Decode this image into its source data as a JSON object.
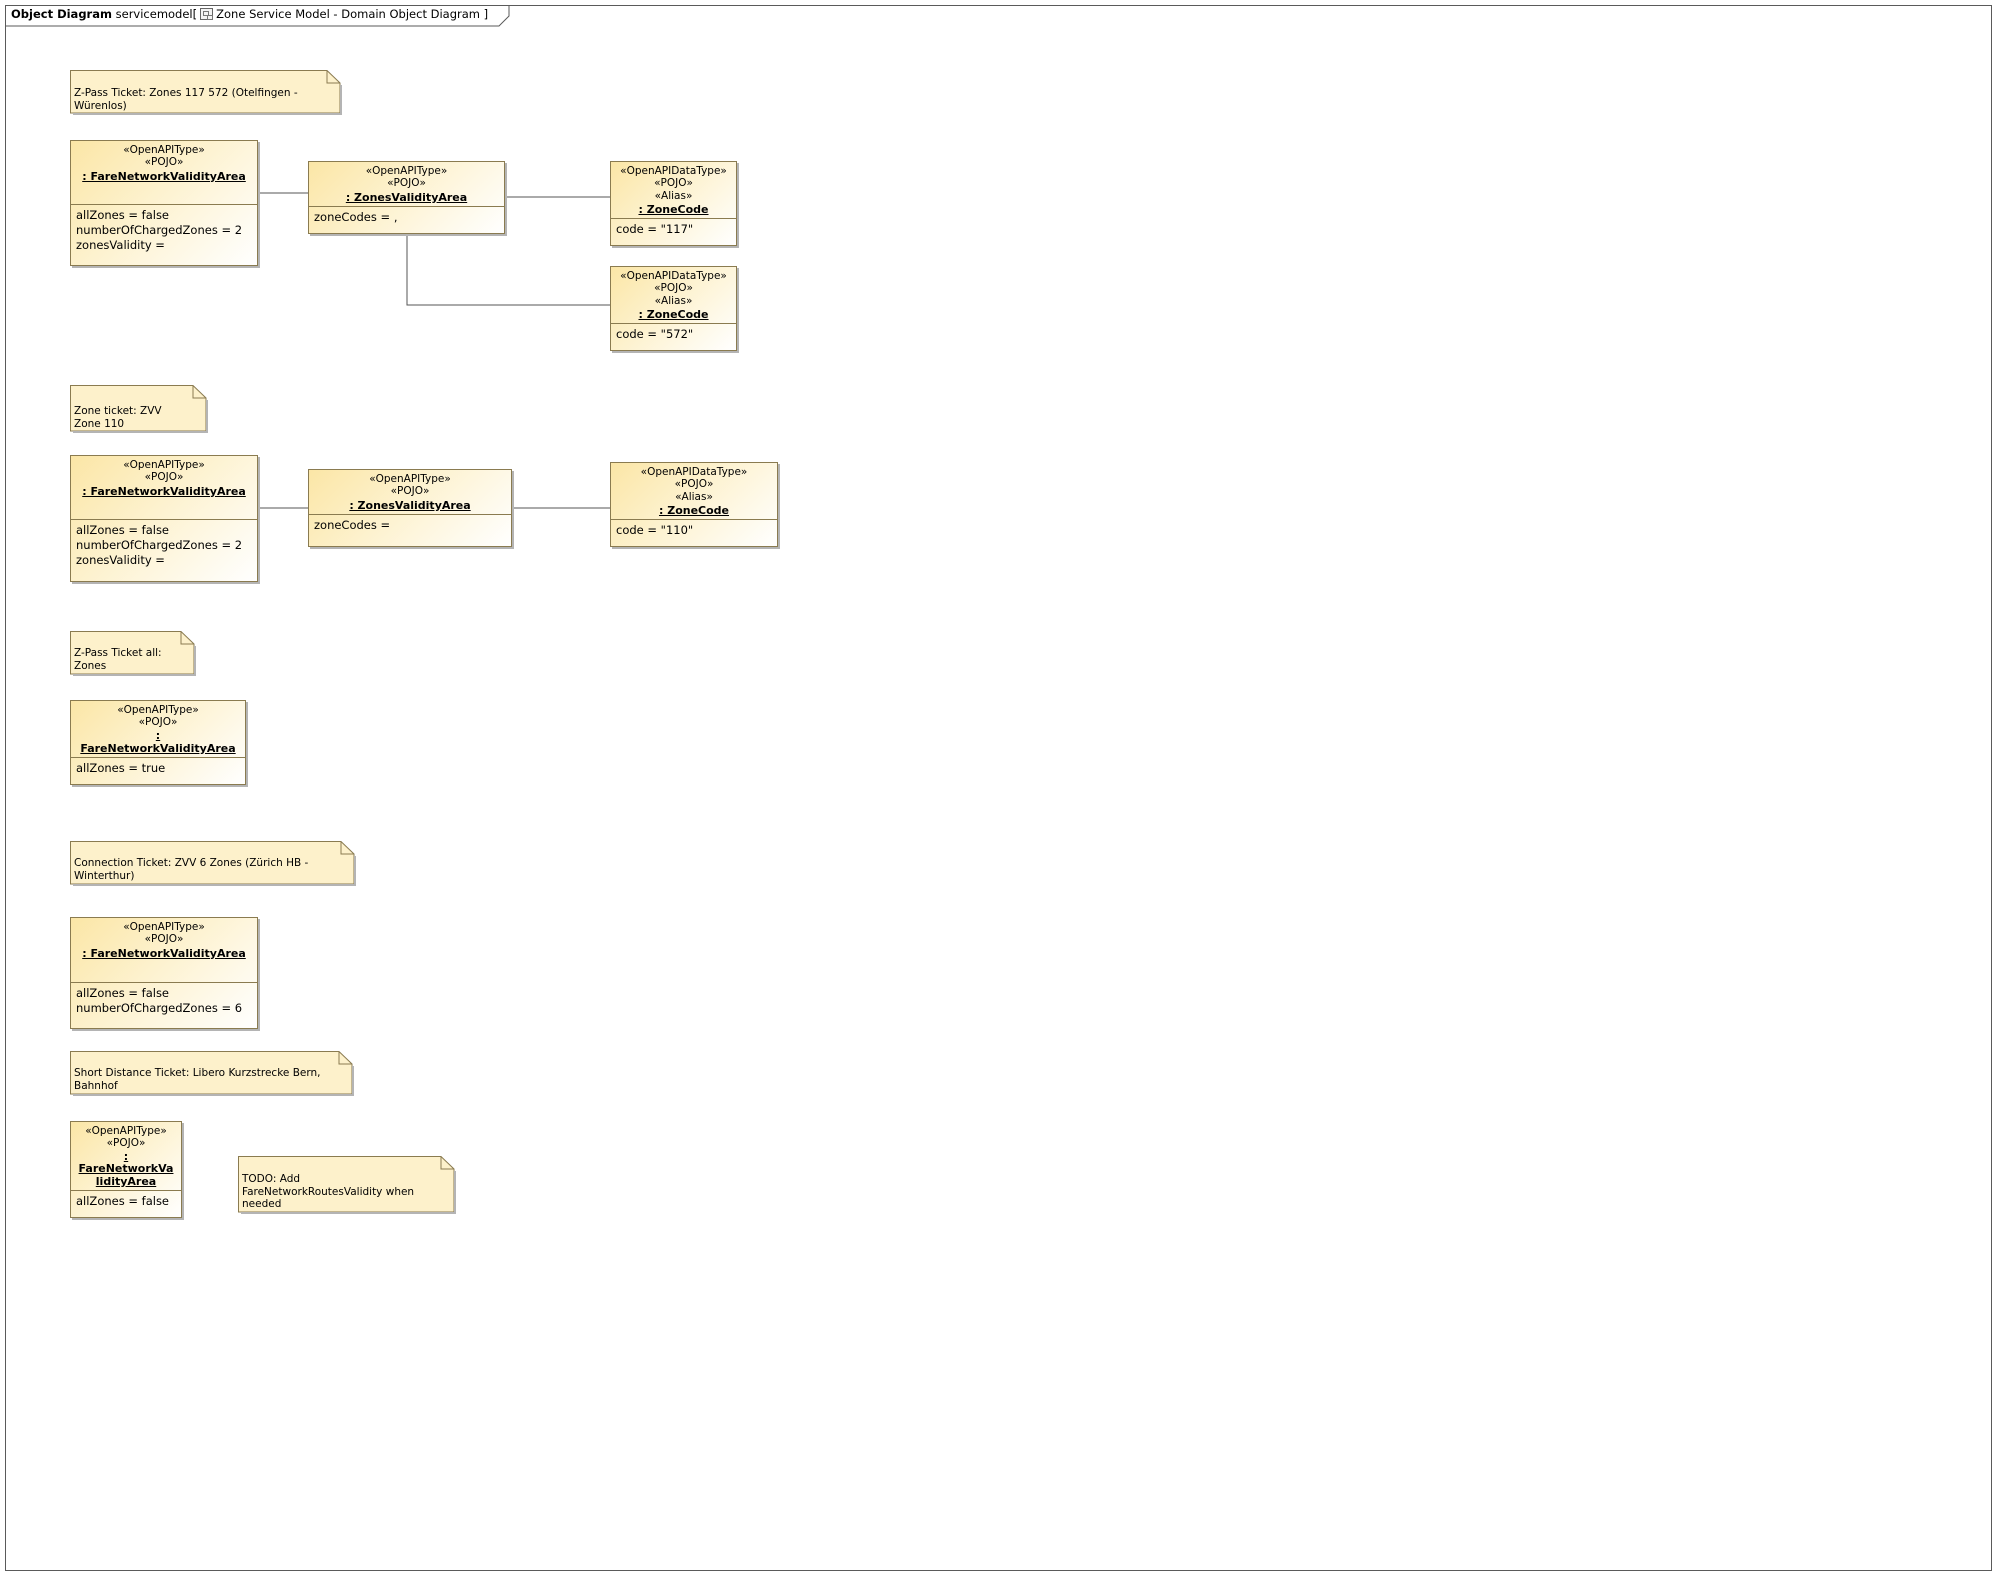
{
  "frame": {
    "kind": "Object Diagram",
    "owner": "servicemodel",
    "open_bracket": "[",
    "name": "Zone Service Model - Domain Object Diagram",
    "close_bracket": "]",
    "icon": "diagram-icon"
  },
  "notes": {
    "n1": "Z-Pass Ticket: Zones 117 572 (Otelfingen -\nWürenlos)",
    "n2": "Zone ticket: ZVV\nZone 110",
    "n3": "Z-Pass Ticket all:\nZones",
    "n4": "Connection Ticket: ZVV 6 Zones (Zürich HB -\nWinterthur)",
    "n5": "Short Distance Ticket: Libero Kurzstrecke Bern,\nBahnhof",
    "n6": "TODO: Add\nFareNetworkRoutesValidity when\nneeded"
  },
  "objects": {
    "fnva1": {
      "stereo1": "«OpenAPIType»",
      "stereo2": "«POJO»",
      "name": ": FareNetworkValidityArea",
      "slot1": "allZones = false",
      "slot2": "numberOfChargedZones = 2",
      "slot3": "zonesValidity ="
    },
    "zva1": {
      "stereo1": "«OpenAPIType»",
      "stereo2": "«POJO»",
      "name": ": ZonesValidityArea",
      "slot1": "zoneCodes = ,"
    },
    "zc117": {
      "stereo1": "«OpenAPIDataType»",
      "stereo2": "«POJO»",
      "stereo3": "«Alias»",
      "name": ": ZoneCode",
      "slot1": "code = \"117\""
    },
    "zc572": {
      "stereo1": "«OpenAPIDataType»",
      "stereo2": "«POJO»",
      "stereo3": "«Alias»",
      "name": ": ZoneCode",
      "slot1": "code = \"572\""
    },
    "fnva2": {
      "stereo1": "«OpenAPIType»",
      "stereo2": "«POJO»",
      "name": ": FareNetworkValidityArea",
      "slot1": "allZones = false",
      "slot2": "numberOfChargedZones = 2",
      "slot3": "zonesValidity ="
    },
    "zva2": {
      "stereo1": "«OpenAPIType»",
      "stereo2": "«POJO»",
      "name": ": ZonesValidityArea",
      "slot1": "zoneCodes ="
    },
    "zc110": {
      "stereo1": "«OpenAPIDataType»",
      "stereo2": "«POJO»",
      "stereo3": "«Alias»",
      "name": ": ZoneCode",
      "slot1": "code = \"110\""
    },
    "fnva3": {
      "stereo1": "«OpenAPIType»",
      "stereo2": "«POJO»",
      "name_line1": ":",
      "name_line2": "FareNetworkValidityArea",
      "slot1": "allZones = true"
    },
    "fnva4": {
      "stereo1": "«OpenAPIType»",
      "stereo2": "«POJO»",
      "name": ": FareNetworkValidityArea",
      "slot1": "allZones = false",
      "slot2": "numberOfChargedZones = 6"
    },
    "fnva5": {
      "stereo1": "«OpenAPIType»",
      "stereo2": "«POJO»",
      "name_line1": ":",
      "name_line2": "FareNetworkVa",
      "name_line3": "lidityArea",
      "slot1": "allZones = false"
    }
  }
}
